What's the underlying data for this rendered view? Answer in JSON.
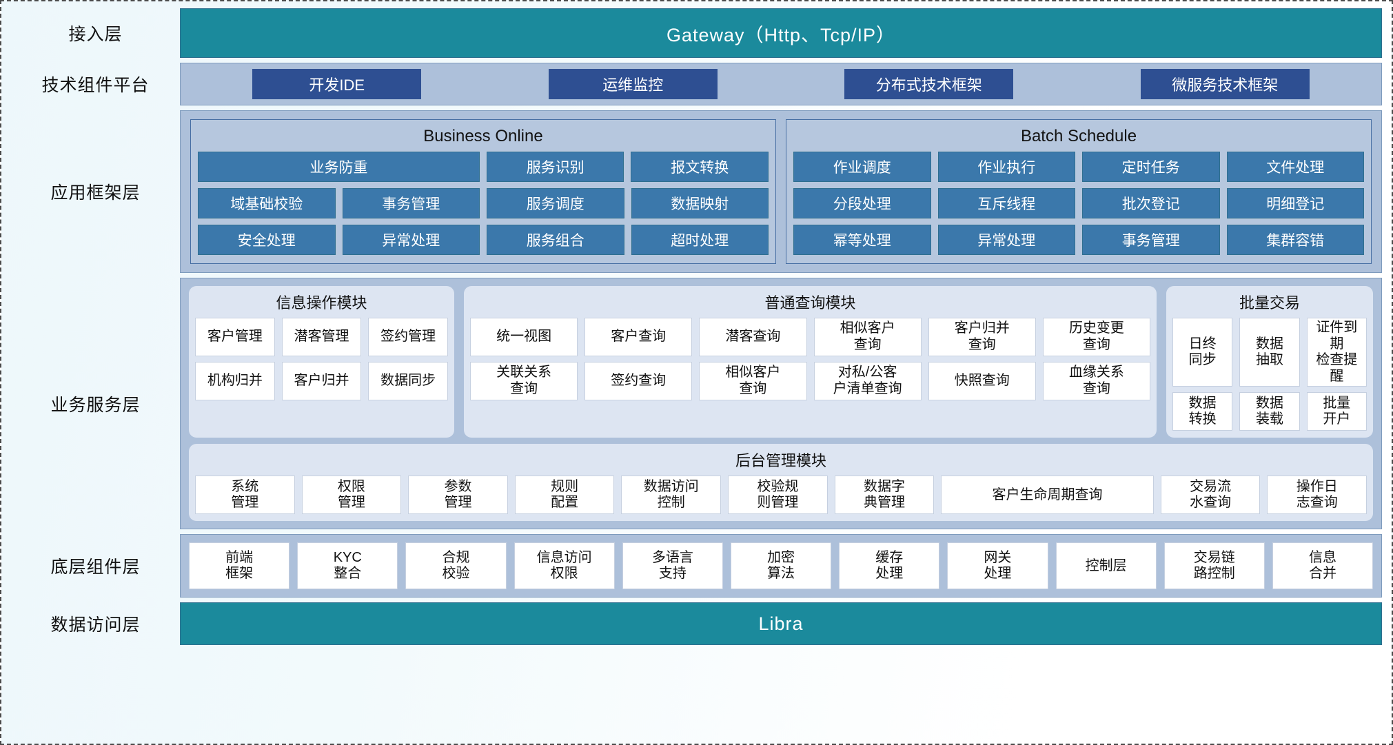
{
  "layers": {
    "access": {
      "label": "接入层",
      "bar": "Gateway（Http、Tcp/IP）"
    },
    "tech": {
      "label": "技术组件平台",
      "chips": [
        "开发IDE",
        "运维监控",
        "分布式技术框架",
        "微服务技术框架"
      ]
    },
    "appframework": {
      "label": "应用框架层",
      "groups": [
        {
          "title": "Business Online",
          "rows": [
            [
              "业务防重",
              "服务识别",
              "报文转换"
            ],
            [
              "域基础校验",
              "事务管理",
              "服务调度",
              "数据映射"
            ],
            [
              "安全处理",
              "异常处理",
              "服务组合",
              "超时处理"
            ]
          ]
        },
        {
          "title": "Batch Schedule",
          "rows": [
            [
              "作业调度",
              "作业执行",
              "定时任务",
              "文件处理"
            ],
            [
              "分段处理",
              "互斥线程",
              "批次登记",
              "明细登记"
            ],
            [
              "幂等处理",
              "异常处理",
              "事务管理",
              "集群容错"
            ]
          ]
        }
      ]
    },
    "bizservice": {
      "label": "业务服务层",
      "info_module": {
        "title": "信息操作模块",
        "rows": [
          [
            "客户管理",
            "潜客管理",
            "签约管理"
          ],
          [
            "机构归并",
            "客户归并",
            "数据同步"
          ]
        ]
      },
      "query_module": {
        "title": "普通查询模块",
        "rows": [
          [
            "统一视图",
            "客户查询",
            "潜客查询",
            "相似客户\n查询",
            "客户归并\n查询",
            "历史变更\n查询"
          ],
          [
            "关联关系\n查询",
            "签约查询",
            "相似客户\n查询",
            "对私/公客\n户清单查询",
            "快照查询",
            "血缘关系\n查询"
          ]
        ]
      },
      "batch_module": {
        "title": "批量交易",
        "rows": [
          [
            "日终\n同步",
            "数据\n抽取",
            "证件到期\n检查提醒"
          ],
          [
            "数据\n转换",
            "数据\n装载",
            "批量\n开户"
          ]
        ]
      },
      "admin_module": {
        "title": "后台管理模块",
        "rows": [
          [
            "系统\n管理",
            "权限\n管理",
            "参数\n管理",
            "规则\n配置",
            "数据访问\n控制",
            "校验规\n则管理",
            "数据字\n典管理",
            "客户生命周期查询",
            "交易流\n水查询",
            "操作日\n志查询"
          ]
        ]
      }
    },
    "components": {
      "label": "底层组件层",
      "cells": [
        "前端\n框架",
        "KYC\n整合",
        "合规\n校验",
        "信息访问\n权限",
        "多语言\n支持",
        "加密\n算法",
        "缓存\n处理",
        "网关\n处理",
        "控制层",
        "交易链\n路控制",
        "信息\n合并"
      ]
    },
    "dataaccess": {
      "label": "数据访问层",
      "bar": "Libra"
    }
  },
  "colors": {
    "teal": "#1b8a9c",
    "panel_blue": "#adc0da",
    "chip_dark_blue": "#2e4f92",
    "chip_mid_blue": "#3b78ab",
    "group_light": "#dde5f2",
    "cell_white": "#ffffff"
  }
}
